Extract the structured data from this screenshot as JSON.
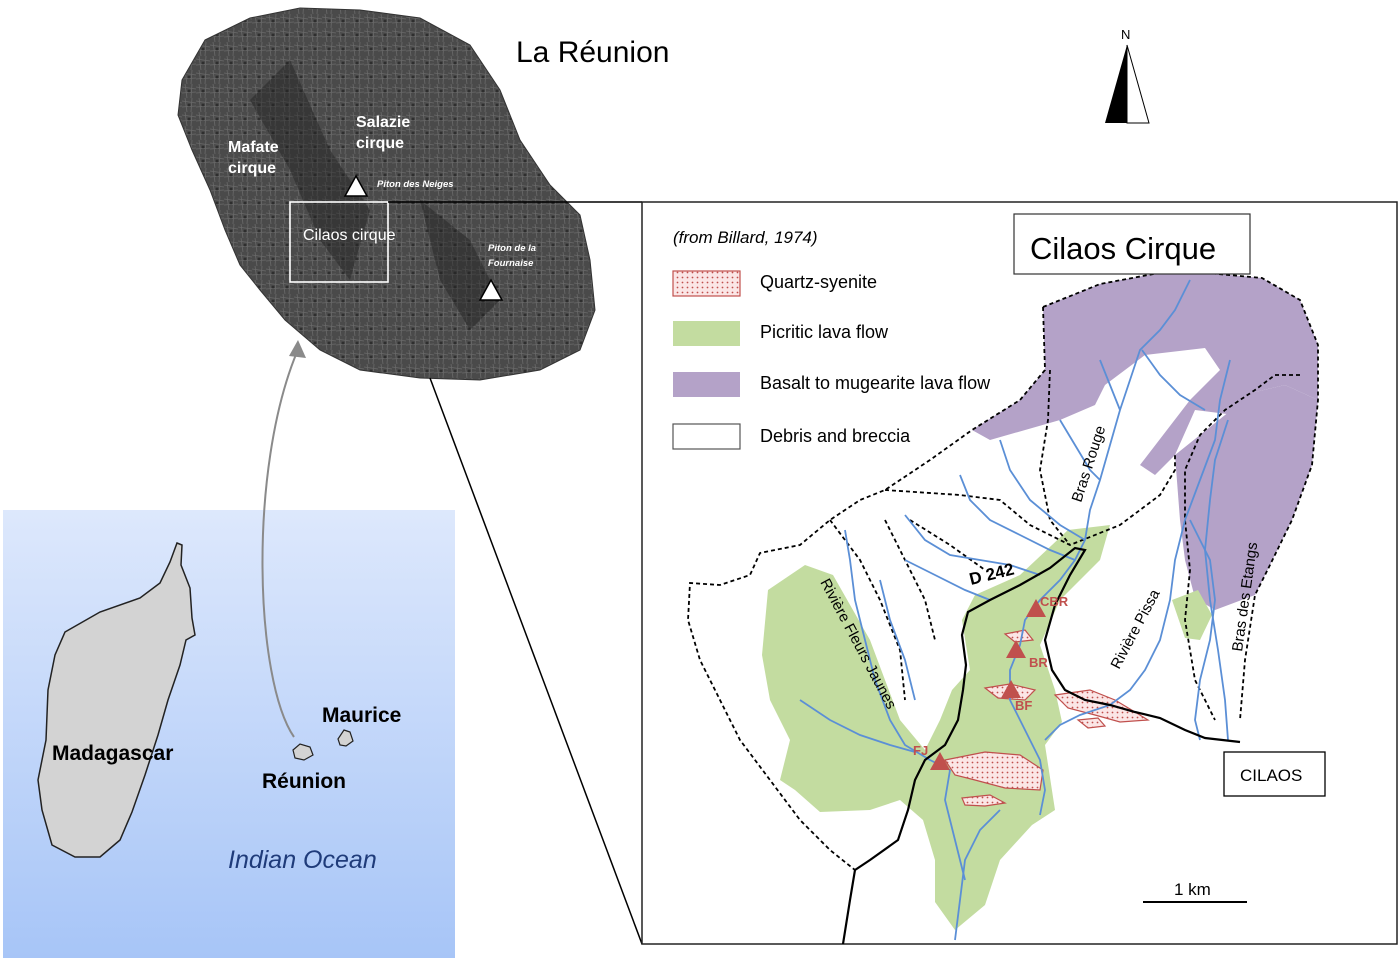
{
  "titles": {
    "island": "La Réunion",
    "cirque_box": "Cilaos Cirque",
    "source": "(from Billard, 1974)"
  },
  "north_arrow": {
    "label": "N"
  },
  "island_labels": {
    "mafate_1": "Mafate",
    "mafate_2": "cirque",
    "salazie_1": "Salazie",
    "salazie_2": "cirque",
    "cilaos": "Cilaos cirque",
    "piton_neiges": "Piton des Neiges",
    "piton_fournaise_1": "Piton  de la",
    "piton_fournaise_2": "Fournaise"
  },
  "inset": {
    "madagascar": "Madagascar",
    "reunion": "Réunion",
    "maurice": "Maurice",
    "ocean": "Indian Ocean"
  },
  "legend": [
    {
      "label": "Quartz-syenite",
      "fill": "#fbe6e6",
      "stroke": "#c0504d",
      "pattern": "dots"
    },
    {
      "label": "Picritic lava flow",
      "fill": "#c3dca0",
      "stroke": "#c3dca0",
      "pattern": "none"
    },
    {
      "label": "Basalt to mugearite lava flow",
      "fill": "#b4a2c8",
      "stroke": "#b4a2c8",
      "pattern": "none"
    },
    {
      "label": "Debris and breccia",
      "fill": "#ffffff",
      "stroke": "#555555",
      "pattern": "none"
    }
  ],
  "rivers": {
    "bras_rouge": "Bras Rouge",
    "fleurs_jaunes": "Rivière Fleurs Jaunes",
    "pissa": "Rivière Pissa",
    "etangs": "Bras des Etangs"
  },
  "road": "D 242",
  "sites": [
    "CBR",
    "BR",
    "BF",
    "FJ"
  ],
  "town": "CILAOS",
  "scale": "1 km",
  "colors": {
    "river": "#5b8fd6",
    "site": "#c0504d",
    "picrite": "#c3dca0",
    "basalt": "#b4a2c8",
    "ocean_top": "#dde8fc",
    "ocean_bottom": "#a7c5f7",
    "land_inset": "#d0d0d0"
  }
}
